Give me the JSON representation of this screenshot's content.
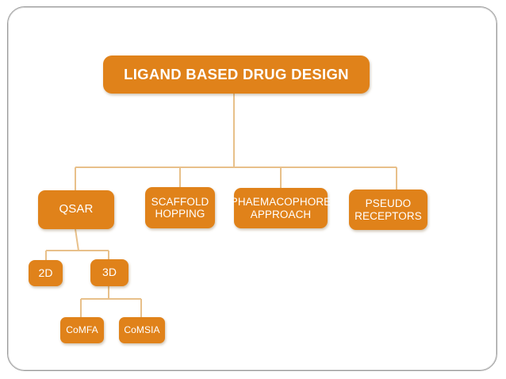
{
  "slide": {
    "background_color": "#ffffff",
    "frame_color": "#9a9a9a"
  },
  "theme": {
    "box_fill": "#e0821a",
    "box_text": "#ffffff",
    "connector": "#e8c08a"
  },
  "diagram": {
    "type": "hierarchy-tree",
    "root": {
      "id": "ligand-based-drug-design",
      "label": "LIGAND BASED DRUG DESIGN"
    },
    "level2": [
      {
        "id": "qsar",
        "label": "QSAR"
      },
      {
        "id": "scaffold-hopping",
        "label": "SCAFFOLD\nHOPPING"
      },
      {
        "id": "phaemacophore-approach",
        "label": "PHAEMACOPHORE\nAPPROACH"
      },
      {
        "id": "pseudo-receptors",
        "label": "PSEUDO\nRECEPTORS"
      }
    ],
    "level3": [
      {
        "id": "2d",
        "label": "2D"
      },
      {
        "id": "3d",
        "label": "3D"
      }
    ],
    "level4": [
      {
        "id": "comfa",
        "label": "CoMFA"
      },
      {
        "id": "comsia",
        "label": "CoMSIA"
      }
    ]
  }
}
